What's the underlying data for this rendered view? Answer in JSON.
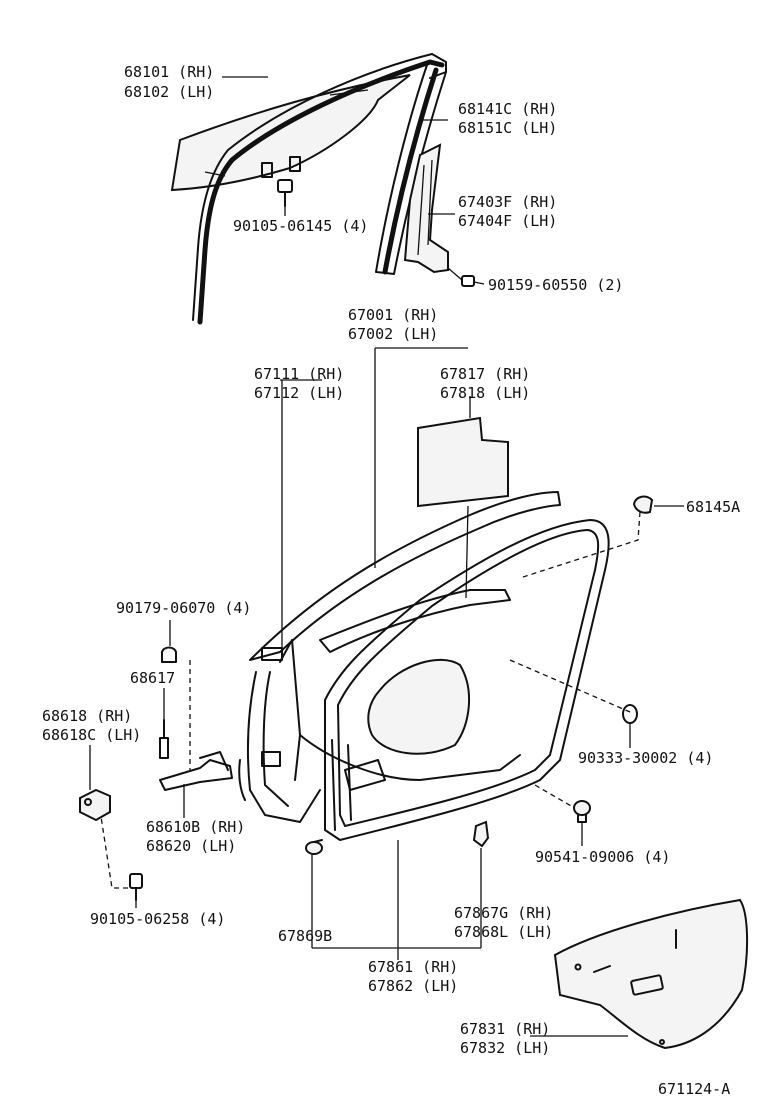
{
  "labels": {
    "window_glass": [
      "68101 (RH)",
      "68102 (LH)"
    ],
    "glass_bolt": "90105-06145 (4)",
    "run_channel": [
      "68141C (RH)",
      "68151C (LH)"
    ],
    "rear_channel": [
      "67403F (RH)",
      "67404F (LH)"
    ],
    "channel_screw": "90159-60550 (2)",
    "door_panel": [
      "67001 (RH)",
      "67002 (LH)"
    ],
    "hinge_seal": [
      "67111 (RH)",
      "67112 (LH)"
    ],
    "service_cover": [
      "67817 (RH)",
      "67818 (LH)"
    ],
    "stop_cushion": "68145A",
    "check_bolt": "90179-06070 (4)",
    "check_pin": "68617",
    "hinge": [
      "68618  (RH)",
      "68618C (LH)"
    ],
    "hole_plug": "90333-30002 (4)",
    "check_assy": [
      "68610B (RH)",
      "68620  (LH)"
    ],
    "plug_clip": "90541-09006 (4)",
    "hinge_bolt": "90105-06258 (4)",
    "weatherstrip_clip": [
      "67867G (RH)",
      "67868L (LH)"
    ],
    "clip": "67869B",
    "weatherstrip": [
      "67861 (RH)",
      "67862 (LH)"
    ],
    "trim_board": [
      "67831 (RH)",
      "67832 (LH)"
    ],
    "figure_code": "671124-A"
  }
}
